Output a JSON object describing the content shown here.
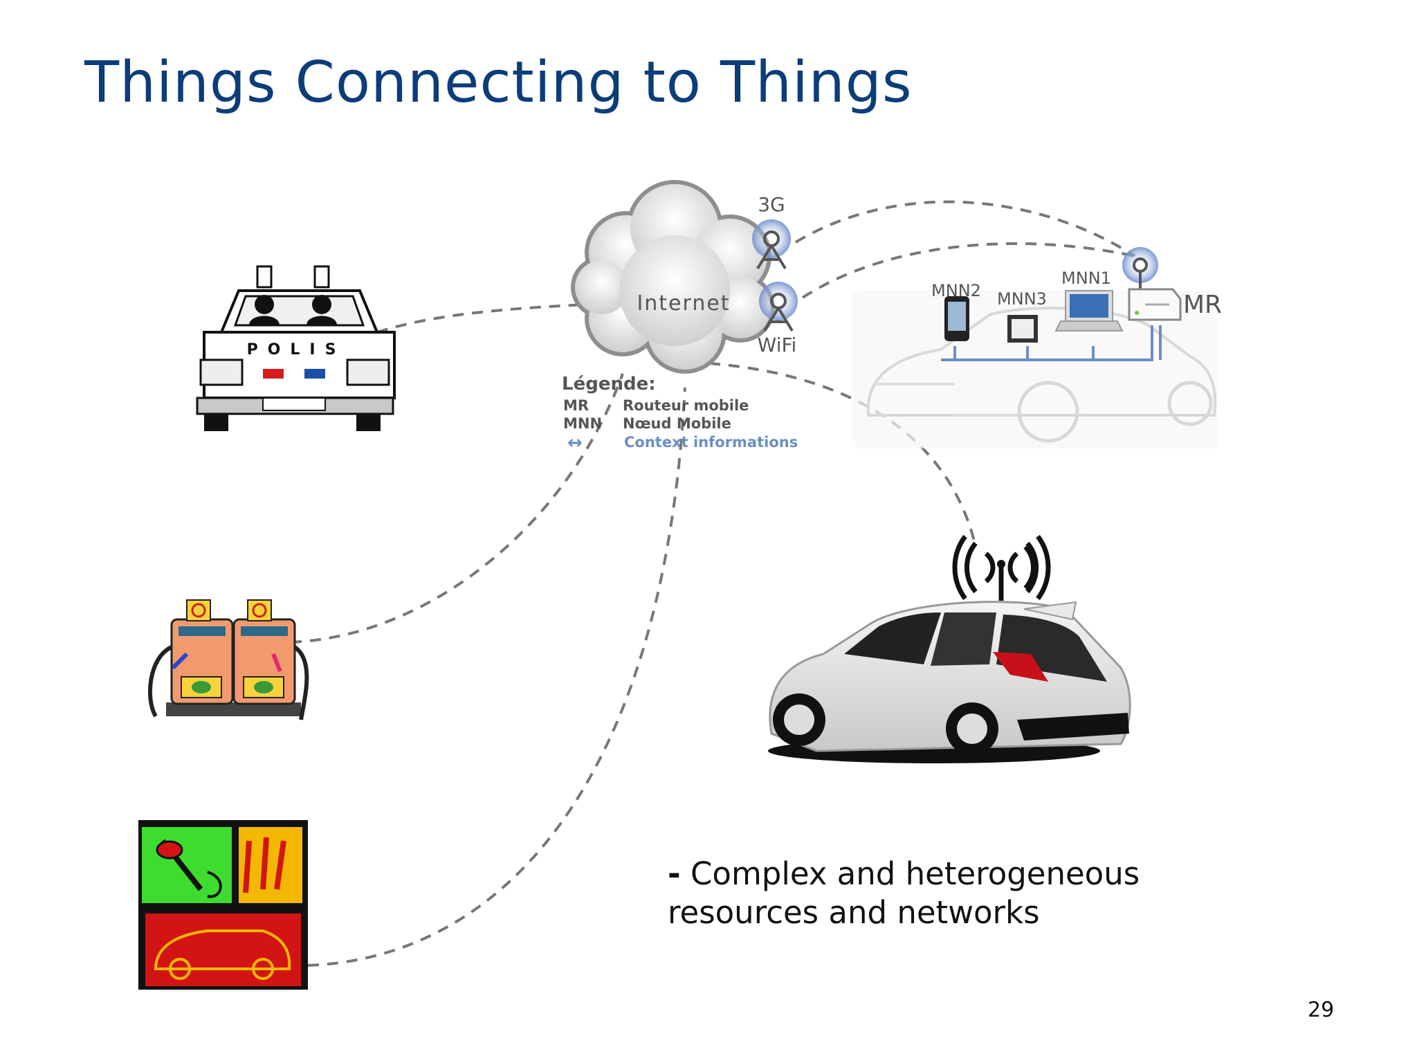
{
  "title": "Things Connecting to Things",
  "diagram": {
    "cloud_label": "Internet",
    "tower_3g_label": "3G",
    "tower_wifi_label": "WiFi",
    "legend_title": "Légende:",
    "legend_rows": [
      {
        "abbr": "MR",
        "text": "Routeur mobile"
      },
      {
        "abbr": "MNN",
        "text": "Nœud Mobile"
      }
    ],
    "legend_arrow": "↔",
    "legend_arrow_text": "Context informations",
    "node_labels": {
      "mnn1": "MNN1",
      "mnn2": "MNN2",
      "mnn3": "MNN3",
      "mr": "MR"
    },
    "police_text": "POLIS"
  },
  "bullet": {
    "dash": "-",
    "line1": " Complex and heterogeneous",
    "line2": "resources and networks"
  },
  "page_number": "29",
  "colors": {
    "title": "#0b3d7a",
    "dashed_line": "#777777",
    "legend_arrow": "#6b8fc0",
    "cloud": "#d9d9d9"
  }
}
